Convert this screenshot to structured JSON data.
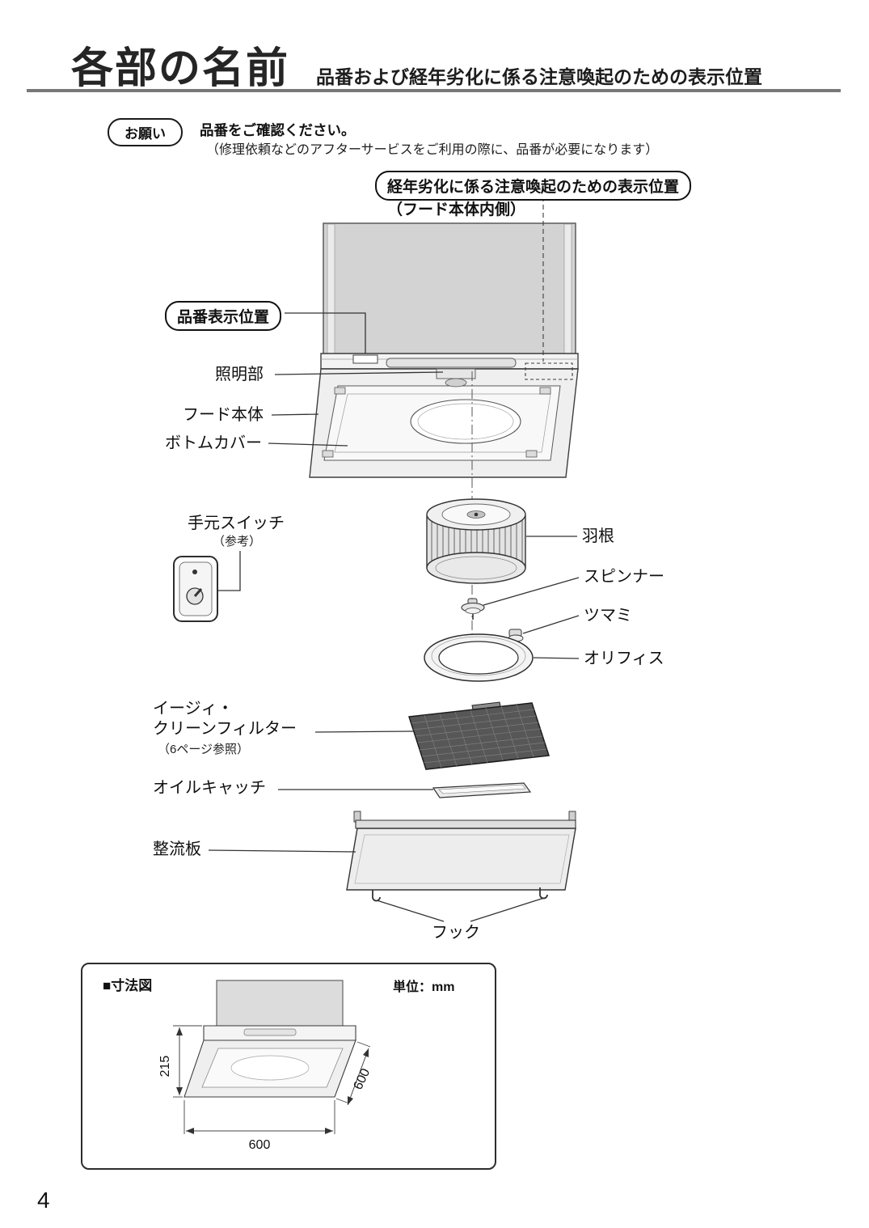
{
  "page": {
    "title": "各部の名前",
    "subtitle": "品番および経年劣化に係る注意喚起のための表示位置",
    "page_number": "4"
  },
  "notice": {
    "badge": "お願い",
    "heading": "品番をご確認ください。",
    "detail": "（修理依頼などのアフターサービスをご利用の際に、品番が必要になります）"
  },
  "callouts": {
    "aging_position": "経年劣化に係る注意喚起のための表示位置",
    "aging_position_sub": "（フード本体内側）",
    "part_number_position": "品番表示位置",
    "lighting": "照明部",
    "hood_body": "フード本体",
    "bottom_cover": "ボトムカバー",
    "hand_switch": "手元スイッチ",
    "hand_switch_sub": "（参考）",
    "fan_blade": "羽根",
    "spinner": "スピンナー",
    "knob": "ツマミ",
    "orifice": "オリフィス",
    "filter_line1": "イージィ・",
    "filter_line2": "クリーンフィルター",
    "filter_sub": "（6ページ参照）",
    "oil_catch": "オイルキャッチ",
    "baffle": "整流板",
    "hook": "フック"
  },
  "dimensions": {
    "title": "■寸法図",
    "unit": "単位：mm",
    "height_mm": "215",
    "width_mm": "600",
    "depth_mm": "600"
  }
}
